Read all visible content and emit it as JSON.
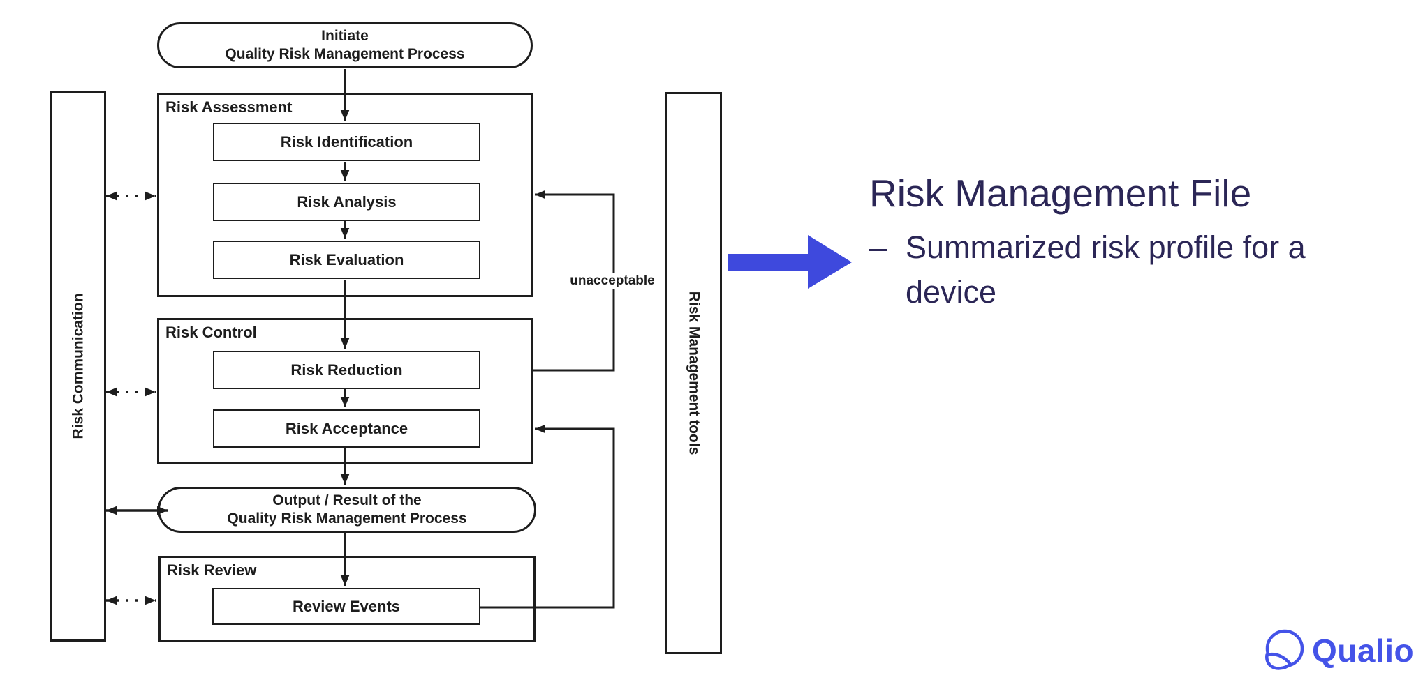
{
  "diagram": {
    "start_oval": {
      "line1": "Initiate",
      "line2": "Quality Risk Management Process"
    },
    "risk_assessment": {
      "label": "Risk Assessment",
      "steps": [
        "Risk Identification",
        "Risk Analysis",
        "Risk Evaluation"
      ]
    },
    "risk_control": {
      "label": "Risk Control",
      "steps": [
        "Risk Reduction",
        "Risk Acceptance"
      ]
    },
    "output_oval": {
      "line1": "Output / Result of the",
      "line2": "Quality Risk Management Process"
    },
    "risk_review": {
      "label": "Risk Review",
      "steps": [
        "Review Events"
      ]
    },
    "left_bar": {
      "label": "Risk Communication"
    },
    "right_bar": {
      "label": "Risk Management tools"
    },
    "feedback_label": "unacceptable"
  },
  "annotation": {
    "title": "Risk Management File",
    "bullet_dash": "–",
    "bullet_line1": "Summarized risk profile for a",
    "bullet_line2": "device"
  },
  "logo": {
    "text": "Qualio"
  },
  "colors": {
    "ink": "#1d1d1d",
    "accent_blue": "#3e49dd",
    "logo_blue": "#4453e8",
    "heading_text": "#2b2656"
  }
}
